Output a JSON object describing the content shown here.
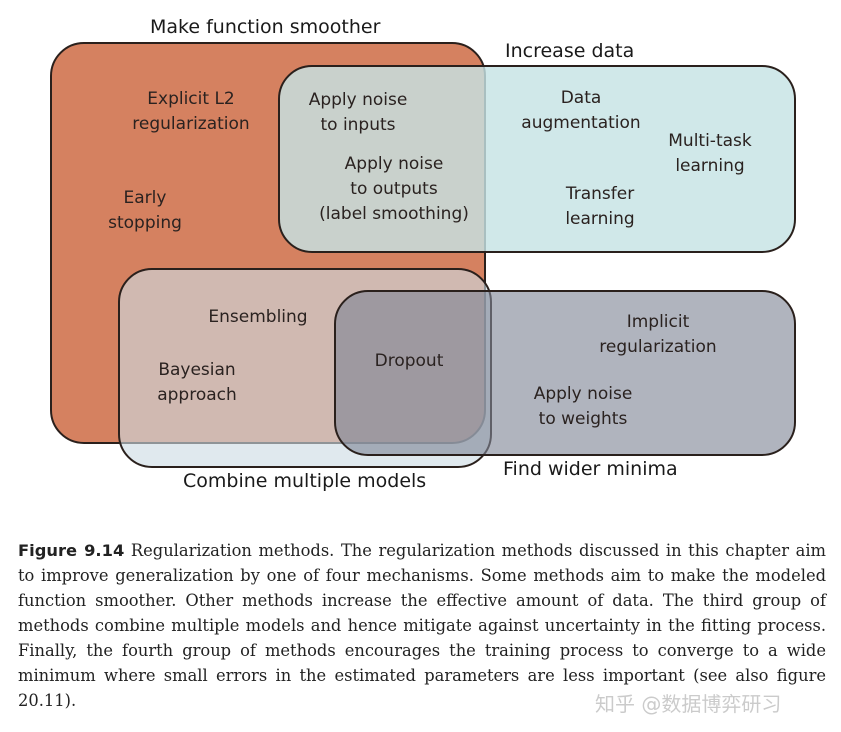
{
  "groups": {
    "smooth": {
      "title": "Make function smoother",
      "color": "#d58160"
    },
    "data": {
      "title": "Increase data",
      "color": "#c6e3e4"
    },
    "combine": {
      "title": "Combine multiple models",
      "color": "#cddce4"
    },
    "minima": {
      "title": "Find wider minima",
      "color": "#80869a"
    }
  },
  "methods": {
    "explicit_l2": "Explicit L2\nregularization",
    "early_stopping": "Early\nstopping",
    "noise_inputs": "Apply noise\nto inputs",
    "noise_outputs": "Apply noise\nto outputs\n(label smoothing)",
    "data_augmentation": "Data\naugmentation",
    "multi_task": "Multi-task\nlearning",
    "transfer": "Transfer\nlearning",
    "ensembling": "Ensembling",
    "bayesian": "Bayesian\napproach",
    "dropout": "Dropout",
    "implicit": "Implicit\nregularization",
    "noise_weights": "Apply noise\nto weights"
  },
  "caption": {
    "figure_label": "Figure 9.14",
    "text": " Regularization methods. The regularization methods discussed in this chapter aim to improve generalization by one of four mechanisms. Some methods aim to make the modeled function smoother. Other methods increase the effective amount of data. The third group of methods combine multiple models and hence mitigate against uncertainty in the fitting process. Finally, the fourth group of methods encourages the training process to converge to a wide minimum where small errors in the estimated parameters are less important (see also figure 20.11)."
  },
  "watermark": "知乎 @数据博弈研习"
}
